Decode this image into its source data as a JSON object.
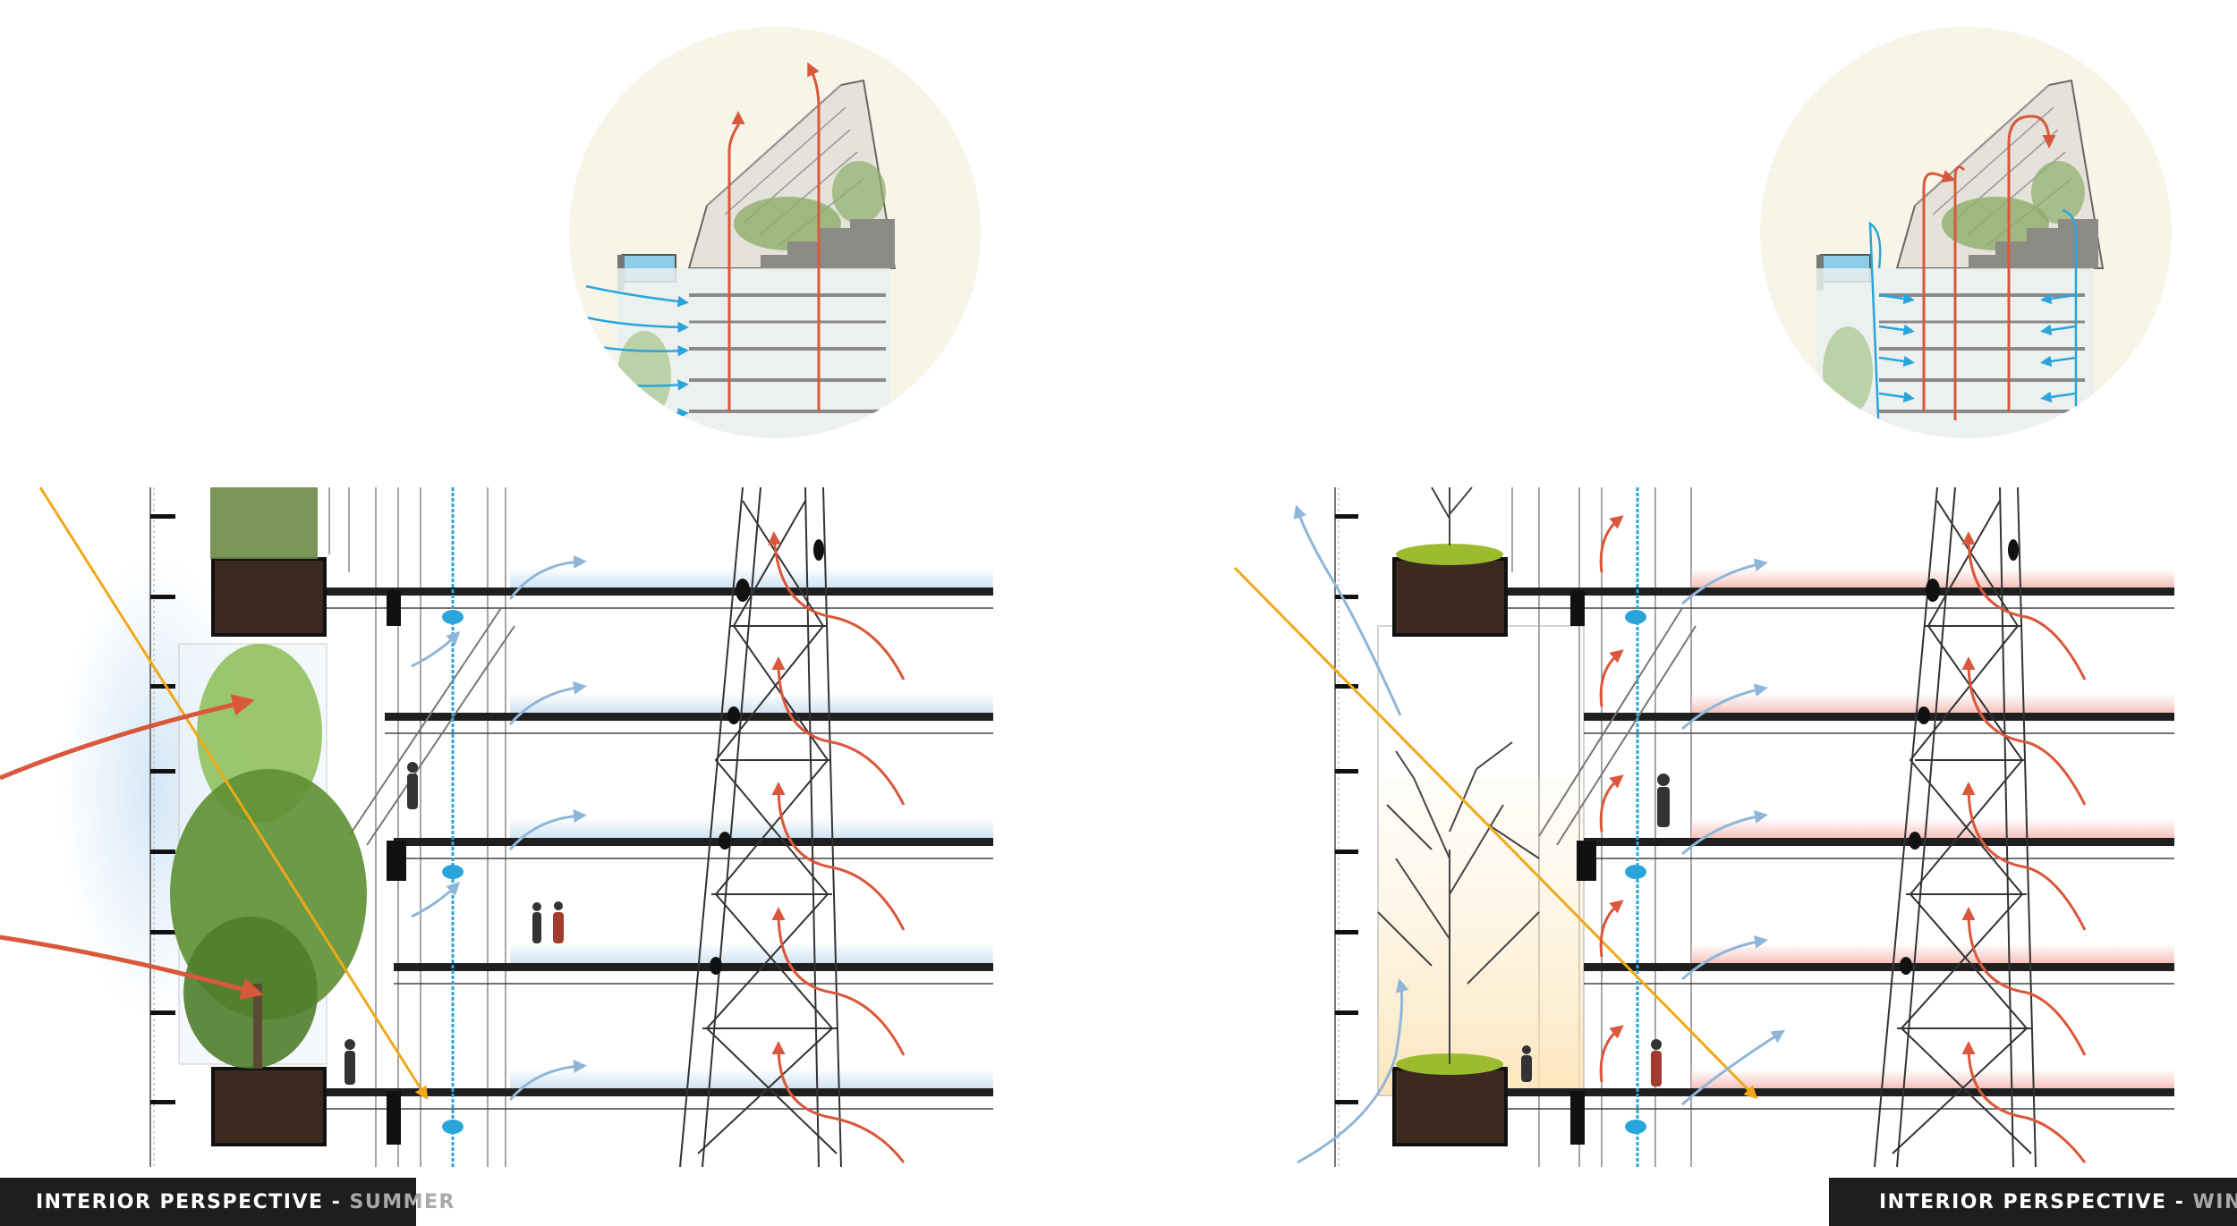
{
  "panels": [
    {
      "id": "summer",
      "caption_main": "INTERIOR PERSPECTIVE",
      "caption_separator": " - ",
      "caption_season": "SUMMER",
      "tree_state": "leafy",
      "bubble_airflow": "cross-ventilation inflow, stack exhaust"
    },
    {
      "id": "winter",
      "caption_main": "INTERIOR PERSPECTIVE",
      "caption_separator": " - ",
      "caption_season": "WINTER",
      "tree_state": "bare",
      "bubble_airflow": "recirculation loops"
    }
  ],
  "colors": {
    "warm_air": "#d9573a",
    "cool_air": "#2aa5dc",
    "light_air": "#8fb6d8",
    "sun_ray": "#f0a818",
    "structure": "#222222",
    "bubble_bg": "#f7f5e8",
    "summer_glow": "#c7def1",
    "winter_glow": "#f4c2bd",
    "planter_soil": "#3d2a1e",
    "foliage": "#6a9a3a",
    "caption_bg": "#1e1e1e",
    "caption_season_text": "#a9a9a9"
  }
}
